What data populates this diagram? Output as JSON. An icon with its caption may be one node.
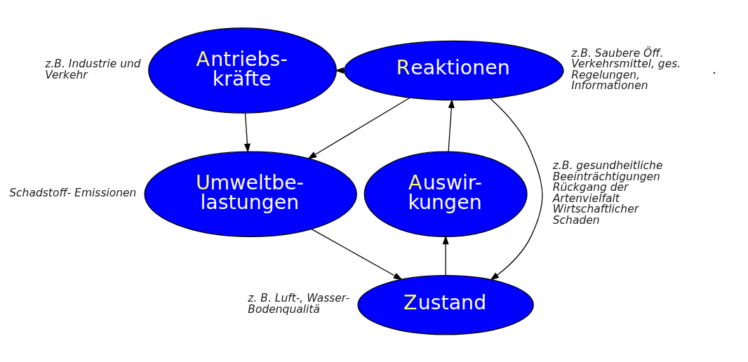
{
  "diagram": {
    "nodes": [
      {
        "text": [
          "Antriebs- kräfte"
        ],
        "beside": [
          "z.B. Industrie und Verkehr"
        ]
      },
      {
        "text": [
          "Reaktionen"
        ],
        "beside": [
          "z.B. Saubere Öff. Verkehrsmittel, ges. Regelungen, Informationen"
        ]
      },
      {
        "text": [
          "Umweltbe- lastungen"
        ],
        "beside": [
          "Schadstoff- Emissionen"
        ]
      },
      {
        "text": [
          "Auswir- kungen"
        ],
        "beside": [
          "z.B. gesundheitliche Beeinträchtigungen",
          "Rückgang der Artenvielfalt Wirtschaftlicher Schaden"
        ]
      },
      {
        "text": [
          "Zustand"
        ],
        "beside": [
          "z. B. Luft-, Wasser- Bodenqualitä"
        ]
      }
    ],
    "edges": [
      {
        "from": 1,
        "to": 0,
        "arrow": "to"
      },
      {
        "from": 0,
        "to": 2,
        "arrow": "to"
      },
      {
        "from": 1,
        "to": 2,
        "arrow": "to"
      },
      {
        "from": 1,
        "to": 4,
        "arrow": "to"
      },
      {
        "from": 2,
        "to": 4,
        "arrow": "to"
      },
      {
        "from": 4,
        "to": 3,
        "arrow": "to"
      },
      {
        "from": 3,
        "to": 1,
        "arrow": "to"
      }
    ],
    "labels": [
      "."
    ]
  }
}
